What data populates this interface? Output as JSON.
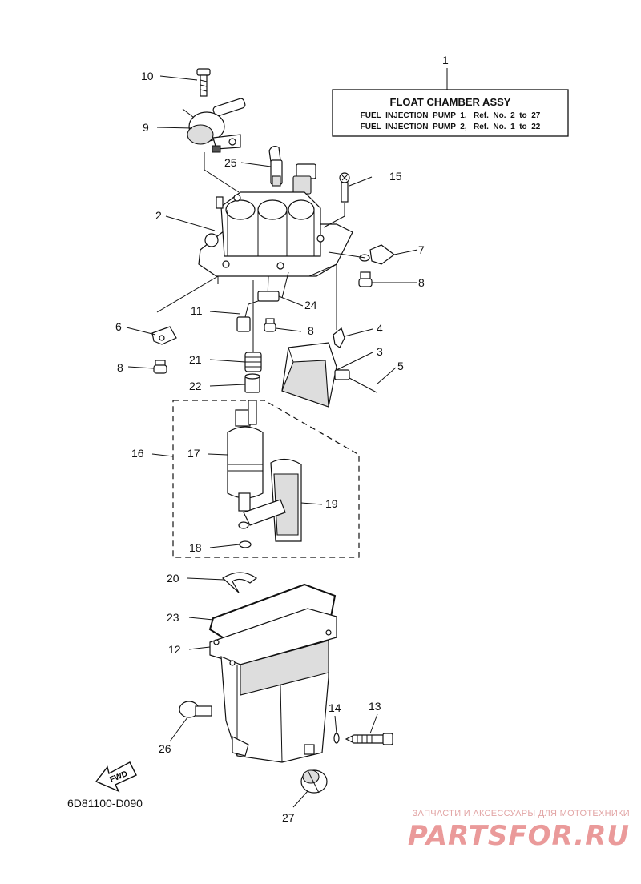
{
  "title_box": {
    "ref": "1",
    "title": "FLOAT CHAMBER ASSY",
    "line1": "FUEL  INJECTION  PUMP  1,   Ref.  No.  2  to  27",
    "line2": "FUEL  INJECTION  PUMP  2,   Ref.  No.  1  to  22"
  },
  "callouts": {
    "c2": "2",
    "c3": "3",
    "c4": "4",
    "c5": "5",
    "c6": "6",
    "c7": "7",
    "c8a": "8",
    "c8b": "8",
    "c8c": "8",
    "c9": "9",
    "c10": "10",
    "c11": "11",
    "c12": "12",
    "c13": "13",
    "c14": "14",
    "c15": "15",
    "c16": "16",
    "c17": "17",
    "c18": "18",
    "c19": "19",
    "c20": "20",
    "c21": "21",
    "c22": "22",
    "c23": "23",
    "c24": "24",
    "c25": "25",
    "c26": "26",
    "c27": "27"
  },
  "fwd_label": "FWD",
  "diagram_code": "6D81100-D090",
  "watermark": {
    "tagline": "ЗАПЧАСТИ И АКСЕССУАРЫ ДЛЯ МОТОТЕХНИКИ",
    "logo": "PARTSFOR.RU"
  }
}
